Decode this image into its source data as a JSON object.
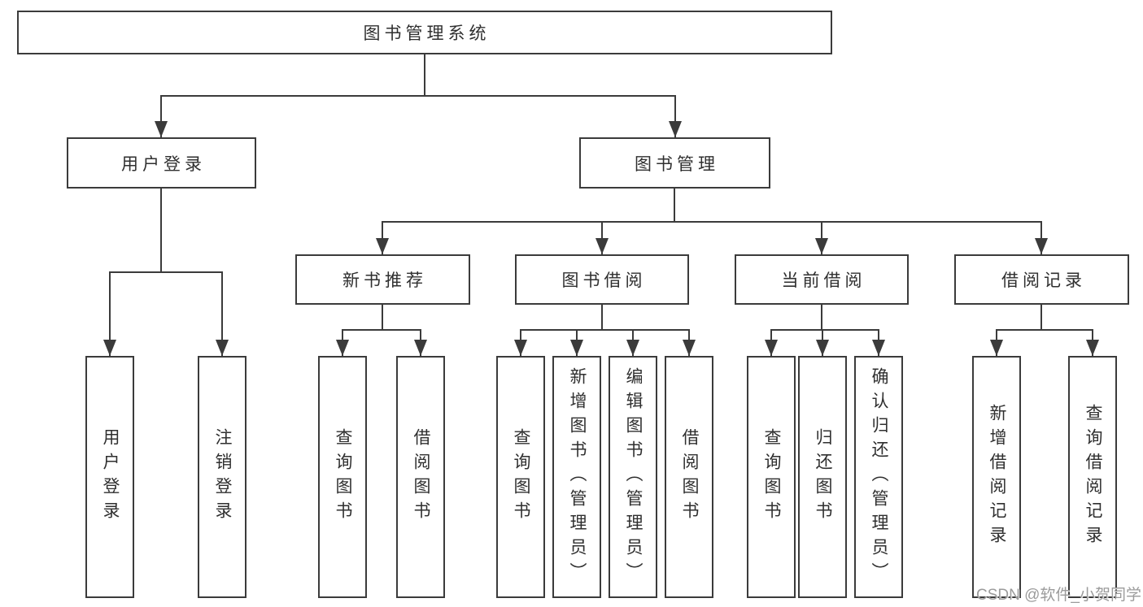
{
  "diagram": {
    "root": {
      "label": "图书管理系统"
    },
    "level2": {
      "user_login": {
        "label": "用户登录",
        "children": {
          "login": {
            "label": "用户登录"
          },
          "logout": {
            "label": "注销登录"
          }
        }
      },
      "book_management": {
        "label": "图书管理",
        "children": {
          "new_book_recommend": {
            "label": "新书推荐",
            "children": {
              "query_books": {
                "label": "查询图书"
              },
              "borrow_books": {
                "label": "借阅图书"
              }
            }
          },
          "book_borrowing": {
            "label": "图书借阅",
            "children": {
              "query_books": {
                "label": "查询图书"
              },
              "add_books_admin": {
                "label": "新增图书（管理员）"
              },
              "edit_books_admin": {
                "label": "编辑图书（管理员）"
              },
              "borrow_books": {
                "label": "借阅图书"
              }
            }
          },
          "current_borrowing": {
            "label": "当前借阅",
            "children": {
              "query_books": {
                "label": "查询图书"
              },
              "return_books": {
                "label": "归还图书"
              },
              "confirm_return_admin": {
                "label": "确认归还（管理员）"
              }
            }
          },
          "borrowing_records": {
            "label": "借阅记录",
            "children": {
              "add_borrow_record": {
                "label": "新增借阅记录"
              },
              "query_borrow_record": {
                "label": "查询借阅记录"
              }
            }
          }
        }
      }
    }
  },
  "watermark": {
    "text": "CSDN @软件_小贺同学"
  },
  "colors": {
    "line": "#3b3b3b",
    "text": "#2f2f2f",
    "background": "#ffffff",
    "watermark": "#9b9b9b"
  }
}
